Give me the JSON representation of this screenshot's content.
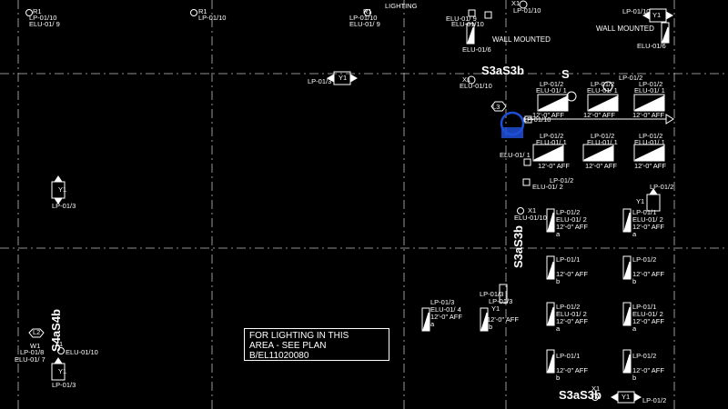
{
  "note": {
    "line1": "FOR LIGHTING IN THIS",
    "line2": "AREA - SEE PLAN",
    "line3": "B/EL11020080"
  },
  "text": {
    "lighting": "LIGHTING",
    "wall_mounted": "WALL MOUNTED",
    "r1": "R1",
    "lp_01_10": "LP-01/10",
    "elu_01_9": "ELU-01/ 9",
    "elu_01_9b": "ELU-01/ 9",
    "elu_01_10": "ELU-01/10",
    "elu_01_6": "ELU-01/6",
    "lp_01_3": "LP-01/3",
    "y1": "Y1",
    "x1": "X1",
    "w1": "W1",
    "l2": "L2",
    "l3": "L3",
    "s": "S",
    "s3a_s3b": "S3aS3b",
    "s4a_s4b": "S4aS4b",
    "lp_01_2": "LP-01/2",
    "lp_01_1": "LP-01/1",
    "elu_01_1": "ELU-01/ 1",
    "elu_01_2": "ELU-01/ 2",
    "elu_01_4": "ELU-01/ 4",
    "elu_01_7": "ELU-01/ 7",
    "lp_01_8": "LP-01/8",
    "aff": "12'-0\" AFF",
    "a": "a",
    "b": "b",
    "l3_note": "LP-01/10"
  },
  "colors": {
    "line": "#ffffff",
    "grid": "#bfbfbf",
    "highlight": "#1e4fd8"
  }
}
